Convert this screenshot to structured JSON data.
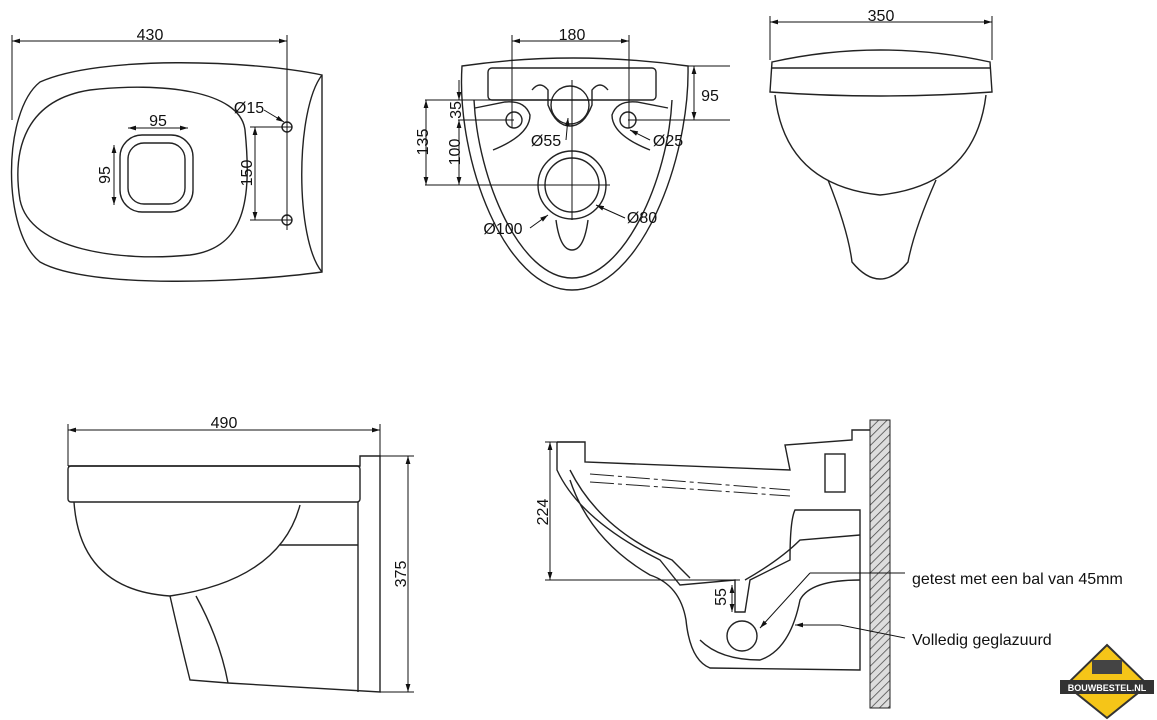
{
  "top_view": {
    "width": "430",
    "hole_dia": "Ø15",
    "seat_w": "95",
    "seat_h": "95",
    "hole_spacing": "150"
  },
  "rear_view": {
    "spacing": "180",
    "height_top": "95",
    "d35": "35",
    "d135": "135",
    "d100": "100",
    "inlet": "Ø55",
    "bolt": "Ø25",
    "outlet_outer": "Ø100",
    "outlet_inner": "Ø80"
  },
  "front_view": {
    "width": "350"
  },
  "side_view": {
    "length": "490",
    "height": "375"
  },
  "section_view": {
    "height": "224",
    "trap": "55",
    "note_ball": "getest met een bal van 45mm",
    "note_glaze": "Volledig geglazuurd"
  },
  "logo": {
    "text": "BOUWBESTEL.NL",
    "color": "#f5c518"
  }
}
